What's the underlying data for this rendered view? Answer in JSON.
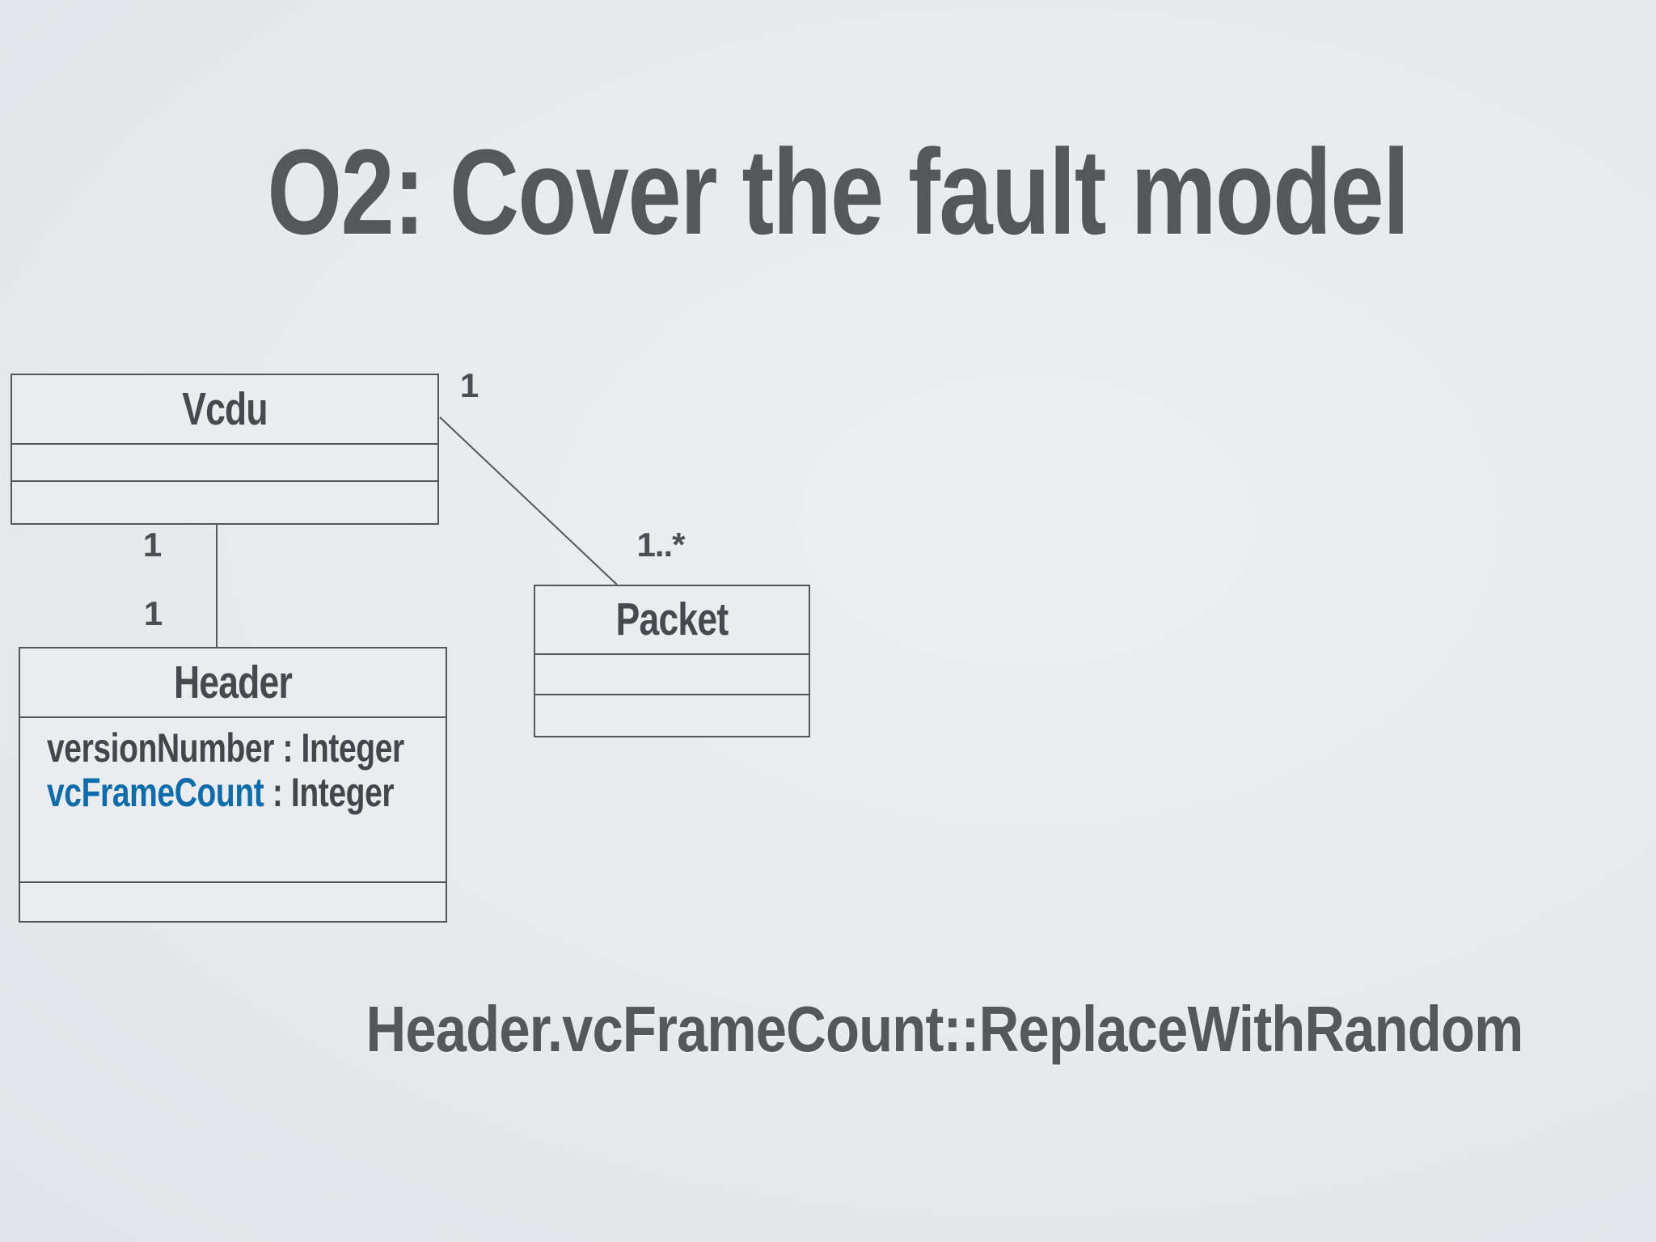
{
  "slide": {
    "title": "O2: Cover the fault model",
    "caption": "Header.vcFrameCount::ReplaceWithRandom"
  },
  "uml": {
    "classes": [
      {
        "name": "Vcdu",
        "attributes": []
      },
      {
        "name": "Packet",
        "attributes": []
      },
      {
        "name": "Header",
        "attributes": [
          {
            "segments": [
              {
                "text": "versionNumber : Integer",
                "highlighted": false
              }
            ]
          },
          {
            "segments": [
              {
                "text": "vcFrameCount",
                "highlighted": true
              },
              {
                "text": " : Integer",
                "highlighted": false
              }
            ]
          }
        ]
      }
    ],
    "associations": [
      {
        "from": "Vcdu",
        "to": "Packet",
        "from_mult": "1",
        "to_mult": "1..*"
      },
      {
        "from": "Vcdu",
        "to": "Header",
        "from_mult": "1",
        "to_mult": "1"
      }
    ]
  },
  "colors": {
    "highlight_blue": "#0d6dac",
    "text_dark_gray": "#55575a"
  }
}
